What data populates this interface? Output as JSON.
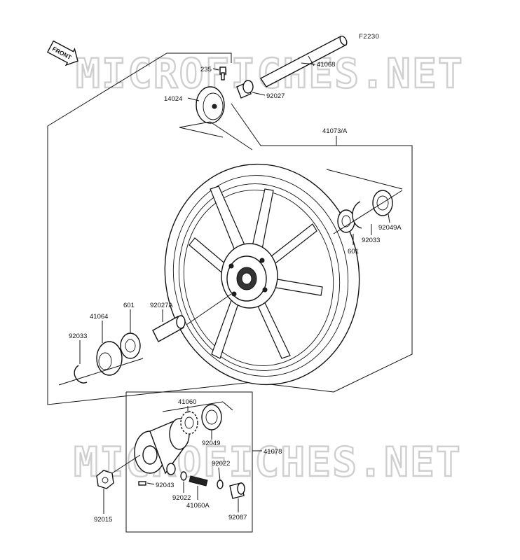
{
  "diagram": {
    "code": "F2230",
    "front_label": "FRONT",
    "watermark": "MICROFICHES.NET",
    "parts": [
      {
        "id": "235"
      },
      {
        "id": "41068"
      },
      {
        "id": "14024"
      },
      {
        "id": "92027"
      },
      {
        "id": "41073/A"
      },
      {
        "id": "92049A"
      },
      {
        "id": "92033"
      },
      {
        "id": "601"
      },
      {
        "id": "41064"
      },
      {
        "id": "601"
      },
      {
        "id": "92027A"
      },
      {
        "id": "92033"
      },
      {
        "id": "41060"
      },
      {
        "id": "92049"
      },
      {
        "id": "41078"
      },
      {
        "id": "92022"
      },
      {
        "id": "92043"
      },
      {
        "id": "92022"
      },
      {
        "id": "41060A"
      },
      {
        "id": "92015"
      },
      {
        "id": "92087"
      }
    ]
  }
}
